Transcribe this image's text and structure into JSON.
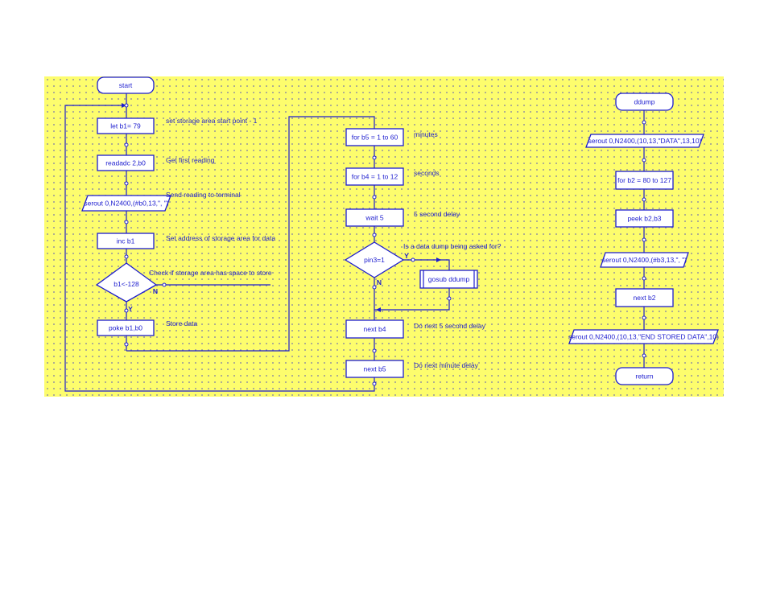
{
  "colors": {
    "canvas": "#fdfd6d",
    "ink": "#1c1ccf",
    "node_fill": "#ffffff"
  },
  "main": {
    "start": "start",
    "let_b1": "let b1= 79",
    "readadc": "readadc  2,b0",
    "serout_reading": "serout 0,N2400,(#b0,13,\", \")",
    "inc_b1": "inc b1",
    "decision_b1": "b1<-128",
    "poke": "poke b1,b0",
    "yes": "Y",
    "no": "N"
  },
  "comments": {
    "set_start": "set storage area start point - 1",
    "first_reading": "Get first reading",
    "send_terminal": "Send reading to terminal",
    "set_address": "Set address of storage area for data",
    "check_space": "Check if storage area has space to store",
    "store_data": "Store data",
    "minutes": "minutes",
    "seconds": "seconds",
    "five_sec": "5 second delay",
    "dump_ask": "Is a data dump being asked for?",
    "next_five": "Do next 5 second delay",
    "next_minute": "Do next minute delay"
  },
  "loop": {
    "for_b5": "for b5 = 1 to 60",
    "for_b4": "for b4 = 1 to 12",
    "wait": "wait 5",
    "decision_pin3": "pin3=1",
    "gosub": "gosub ddump",
    "next_b4": "next b4",
    "next_b5": "next b5",
    "yes": "Y",
    "no": "N"
  },
  "sub": {
    "ddump": "ddump",
    "serout_data": "serout 0,N2400,(10,13,\"DATA\",13,10)",
    "for_b2": "for b2 = 80 to 127",
    "peek": "peek b2,b3",
    "serout_b3": "serout 0,N2400,(#b3,13,\", \")",
    "next_b2": "next b2",
    "serout_end": "serout 0,N2400,(10,13,\"END STORED DATA\",10)",
    "return": "return"
  }
}
